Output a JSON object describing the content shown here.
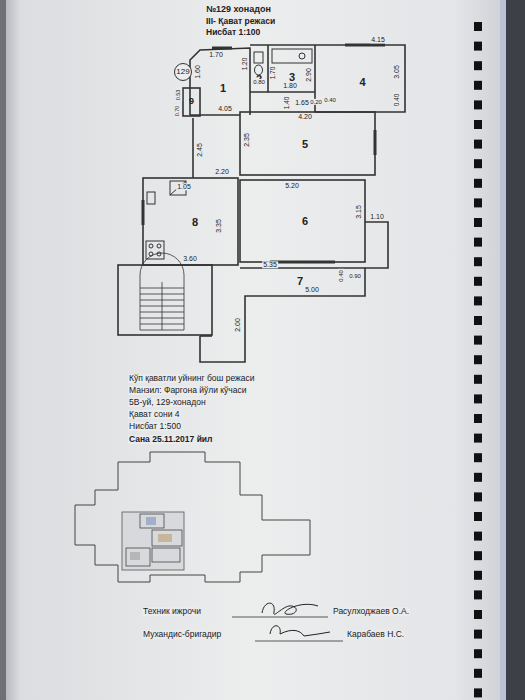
{
  "diagram": {
    "title": "№129 хонадон",
    "nodes": [
      {
        "text": [
          "129"
        ]
      },
      {
        "text": [
          "1"
        ]
      },
      {
        "text": [
          "2"
        ]
      },
      {
        "text": [
          "3"
        ]
      },
      {
        "text": [
          "4"
        ]
      },
      {
        "text": [
          "5"
        ]
      },
      {
        "text": [
          "6"
        ]
      },
      {
        "text": [
          "7"
        ]
      },
      {
        "text": [
          "8"
        ]
      },
      {
        "text": [
          "9"
        ]
      }
    ],
    "labels": [
      "III- Қават режаси",
      "Нисбат 1:100",
      "1.70",
      "1.60",
      "1.20",
      "0.80",
      "1.70",
      "1.80",
      "2.90",
      "4.15",
      "3.05",
      "0.40",
      "1.40",
      "4.05",
      "1.65",
      "0.20",
      "0.40",
      "4.20",
      "2.35",
      "2.45",
      "0.53",
      "0.70",
      "2.20",
      "1.05",
      "5.20",
      "3.35",
      "3.15",
      "1.10",
      "3.60",
      "5.35",
      "0.40",
      "0.90",
      "5.00",
      "2.00",
      "Кўп қаватли уйнинг бош режаси",
      "Манзил: Фаргона йўли кўчаси",
      "5В-уй, 129-хонадон",
      "Қават сони  4",
      "Нисбат      1:500",
      "Сана 25.11.2017 йил",
      "Техник ижрочи",
      "Расулходжаев О.А.",
      "Мухандис-бригадир",
      "Карабаев Н.С."
    ]
  }
}
